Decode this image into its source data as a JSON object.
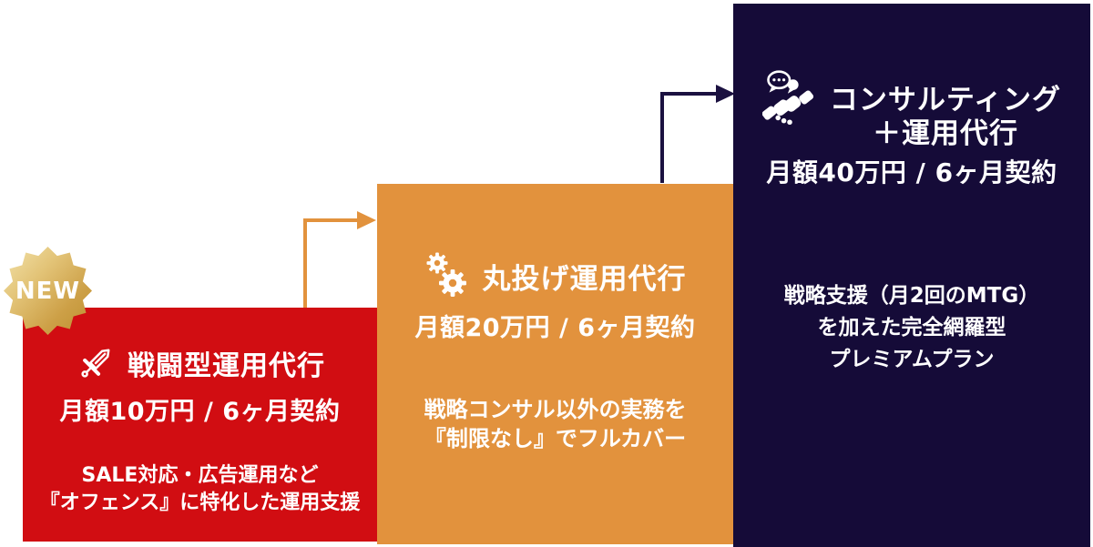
{
  "diagram": {
    "badge_label": "NEW",
    "plans": [
      {
        "name": "combat-operation-plan",
        "icon": "sword-icon",
        "title": "戦闘型運用代行",
        "price": "月額10万円 / 6ヶ月契約",
        "desc": [
          "SALE対応・広告運用など",
          "『オフェンス』に特化した運用支援"
        ],
        "bg_color": "#d10d12"
      },
      {
        "name": "full-outsourcing-plan",
        "icon": "gears-icon",
        "title": "丸投げ運用代行",
        "price": "月額20万円 / 6ヶ月契約",
        "desc": [
          "戦略コンサル以外の実務を",
          "『制限なし』でフルカバー"
        ],
        "bg_color": "#e2923d"
      },
      {
        "name": "consulting-plus-operation-plan",
        "icon": "handshake-icon",
        "title_lines": [
          "コンサルティング",
          "＋運用代行"
        ],
        "price": "月額40万円 / 6ヶ月契約",
        "desc": [
          "戦略支援（月2回のMTG）",
          "を加えた完全網羅型",
          "プレミアムプラン"
        ],
        "bg_color": "#150b38"
      }
    ],
    "colors": {
      "red": "#d10d12",
      "orange": "#e2923d",
      "navy": "#150b38",
      "gold_light": "#f3e3ac",
      "gold_dark": "#bd8f2f",
      "text": "#ffffff"
    }
  }
}
